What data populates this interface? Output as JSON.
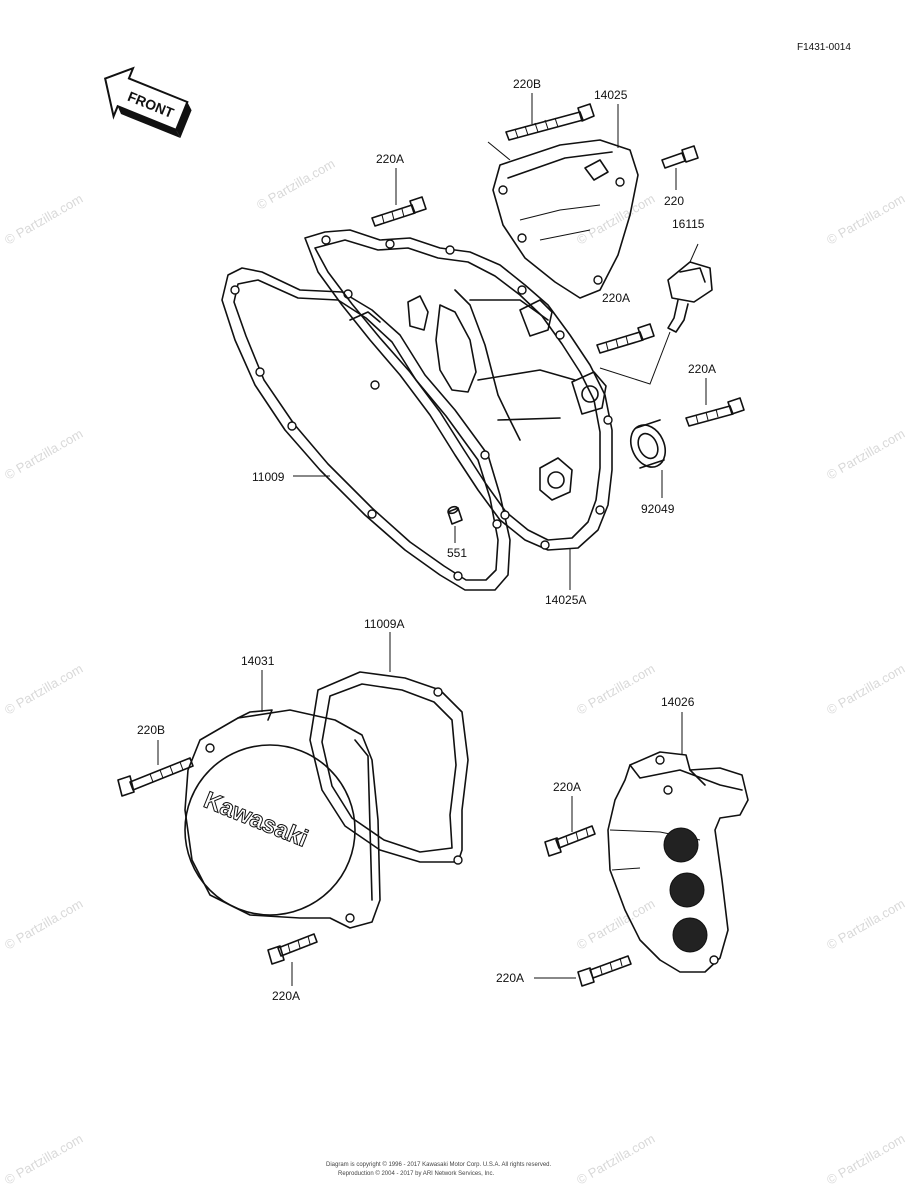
{
  "ref_code": "F1431-0014",
  "front_label": "FRONT",
  "brand_text": "Kawasaki",
  "labels": {
    "p220B_top": "220B",
    "p14025": "14025",
    "p220A_top": "220A",
    "p220": "220",
    "p16115": "16115",
    "p220A_mid1": "220A",
    "p220A_mid2": "220A",
    "p11009": "11009",
    "p551": "551",
    "p92049": "92049",
    "p14025A": "14025A",
    "p11009A": "11009A",
    "p14031": "14031",
    "p220B_left": "220B",
    "p14026": "14026",
    "p220A_right": "220A",
    "p220A_bottom": "220A",
    "p220A_bottom_right": "220A"
  },
  "watermark": "© Partzilla.com",
  "copyright": {
    "line1": "Diagram is copyright © 1996 - 2017 Kawasaki Motor Corp. U.S.A. All rights reserved.",
    "line2": "Reproduction © 2004 - 2017 by ARI Network Services, Inc."
  }
}
